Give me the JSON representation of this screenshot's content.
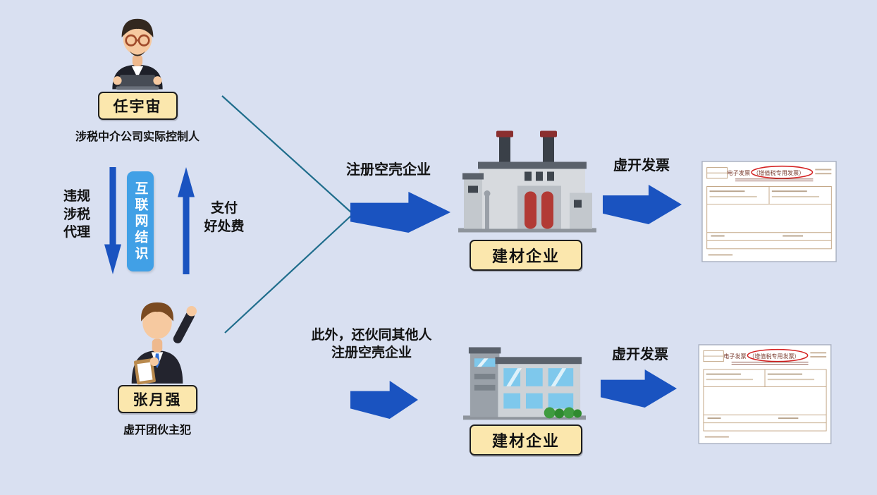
{
  "actors": [
    {
      "name": "任宇宙",
      "role": "涉税中介公司实际控制人"
    },
    {
      "name": "张月强",
      "role": "虚开团伙主犯"
    }
  ],
  "relation": {
    "down_label": "违规\n涉税\n代理",
    "channel_label": "互联网结识",
    "up_label": "支付\n好处费"
  },
  "flow_top": {
    "register_label": "注册空壳企业",
    "company": "建材企业",
    "invoice_action": "虚开发票"
  },
  "flow_bottom": {
    "register_label": "此外，还伙同其他人\n注册空壳企业",
    "company": "建材企业",
    "invoice_action": "虚开发票"
  },
  "invoice": {
    "title_left": "电子发票",
    "title_circled": "（增值税专用发票）"
  },
  "colors": {
    "bg": "#d9e0f1",
    "arrow-blue": "#1a53c0",
    "channel-blue": "#41a0e6",
    "label-bg": "#fbe7ad",
    "line-teal": "#1f6d8c",
    "invoice-red": "#d42222"
  }
}
